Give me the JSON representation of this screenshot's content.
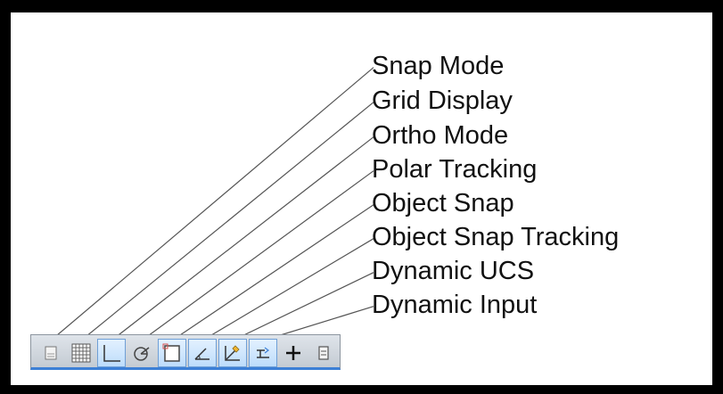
{
  "callouts": [
    {
      "label": "Snap Mode",
      "target": "snap-mode-button"
    },
    {
      "label": "Grid Display",
      "target": "grid-display-button"
    },
    {
      "label": "Ortho Mode",
      "target": "ortho-mode-button"
    },
    {
      "label": "Polar Tracking",
      "target": "polar-tracking-button"
    },
    {
      "label": "Object Snap",
      "target": "object-snap-button"
    },
    {
      "label": "Object Snap Tracking",
      "target": "object-snap-tracking-button"
    },
    {
      "label": "Dynamic UCS",
      "target": "dynamic-ucs-button"
    },
    {
      "label": "Dynamic Input",
      "target": "dynamic-input-button"
    }
  ],
  "status_toolbar": {
    "buttons": [
      {
        "name": "snap-mode-button",
        "icon": "snap-icon",
        "active": false
      },
      {
        "name": "grid-display-button",
        "icon": "grid-icon",
        "active": false
      },
      {
        "name": "ortho-mode-button",
        "icon": "ortho-icon",
        "active": true
      },
      {
        "name": "polar-tracking-button",
        "icon": "polar-icon",
        "active": false
      },
      {
        "name": "object-snap-button",
        "icon": "osnap-icon",
        "active": true
      },
      {
        "name": "object-snap-tracking-button",
        "icon": "otrack-icon",
        "active": true
      },
      {
        "name": "dynamic-ucs-button",
        "icon": "ducs-icon",
        "active": true
      },
      {
        "name": "dynamic-input-button",
        "icon": "dyn-icon",
        "active": true
      },
      {
        "name": "lineweight-button",
        "icon": "lineweight-icon",
        "active": false
      },
      {
        "name": "quick-properties-button",
        "icon": "quick-properties-icon",
        "active": false
      }
    ]
  },
  "colors": {
    "frame": "#000000",
    "toolbar_accent": "#3c7fd6",
    "button_active": "#bddcfb",
    "leader_line": "#555555"
  }
}
